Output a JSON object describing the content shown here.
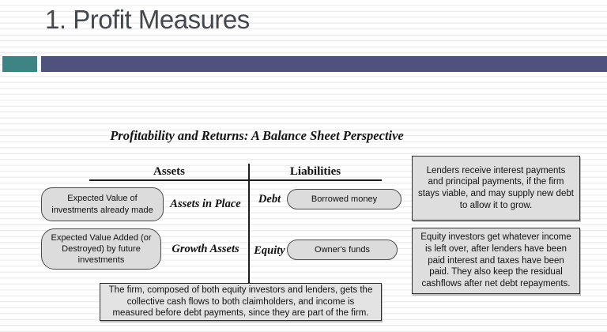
{
  "slide": {
    "title": "1. Profit Measures",
    "accent_colors": {
      "teal_block": "#3e8484",
      "header_bar": "#50527e",
      "title_text": "#45474f"
    }
  },
  "diagram": {
    "heading": "Profitability and Returns: A Balance Sheet Perspective",
    "columns": {
      "assets": {
        "header": "Assets",
        "rows": [
          {
            "box": "Expected Value of investments already made",
            "label": "Assets in Place"
          },
          {
            "box": "Expected Value Added (or Destroyed) by future investments",
            "label": "Growth Assets"
          }
        ]
      },
      "liabilities": {
        "header": "Liabilities",
        "rows": [
          {
            "label": "Debt",
            "box": "Borrowed money"
          },
          {
            "label": "Equity",
            "box": "Owner's funds"
          }
        ]
      }
    },
    "notes": {
      "lenders": "Lenders receive interest payments and principal payments, if the firm stays viable, and may supply new debt to allow it to grow.",
      "equity_investors": "Equity investors get whatever income is left over, after lenders have been paid interest and taxes have been paid. They also keep the residual cashflows after net debt repayments.",
      "firm": "The firm, composed of both equity investors and lenders, gets the collective cash flows to both claimholders, and income is measured before debt payments, since they are part of the firm."
    }
  }
}
